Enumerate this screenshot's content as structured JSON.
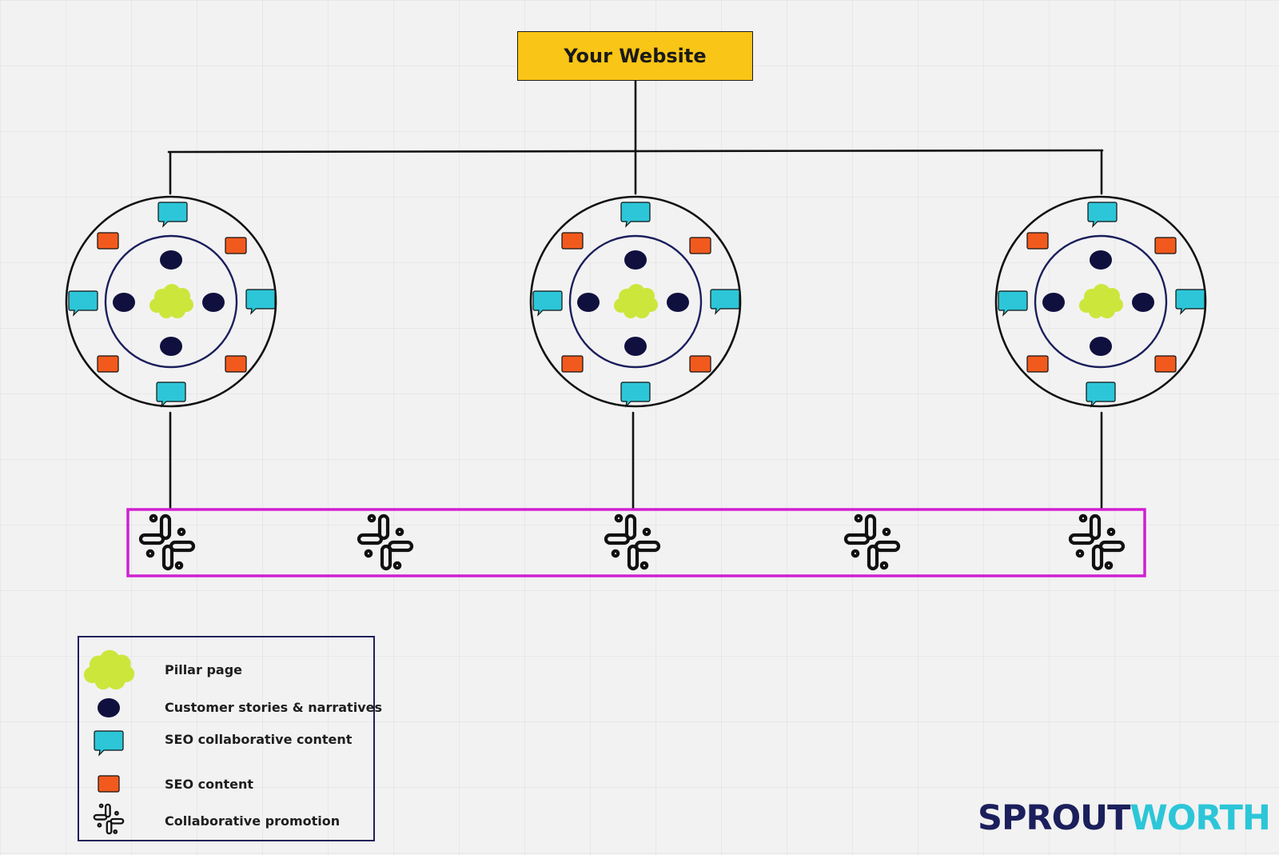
{
  "title": "Your Website",
  "legend": {
    "items": [
      {
        "key": "pillar",
        "label": "Pillar page",
        "icon": "cloud-icon"
      },
      {
        "key": "story",
        "label": "Customer stories & narratives",
        "icon": "dot-icon"
      },
      {
        "key": "collab",
        "label": "SEO collaborative content",
        "icon": "speech-bubble-icon"
      },
      {
        "key": "seo",
        "label": "SEO content",
        "icon": "square-icon"
      },
      {
        "key": "promo",
        "label": "Collaborative promotion",
        "icon": "slack-icon"
      }
    ]
  },
  "brand": {
    "part1": "SPROUT",
    "part2": "WORTH"
  },
  "colors": {
    "title_fill": "#f9c516",
    "pillar": "#cde63c",
    "story": "#10103f",
    "collab": "#2cc6d8",
    "seo": "#f25a1d",
    "promo_frame": "#d11fd1",
    "line": "#111111",
    "inner_ring": "#1b1f5c",
    "brand_dark": "#1b1f5c",
    "brand_light": "#2cc6d8"
  }
}
